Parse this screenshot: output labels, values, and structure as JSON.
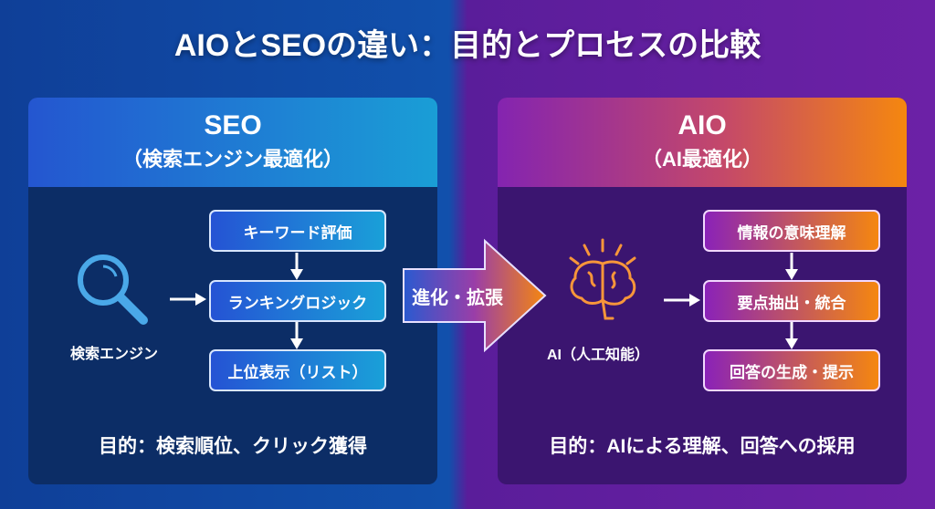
{
  "title": "AIOとSEOの違い：目的とプロセスの比較",
  "seo": {
    "name": "SEO",
    "subtitle": "（検索エンジン最適化）",
    "icon_label": "検索エンジン",
    "steps": [
      "キーワード評価",
      "ランキングロジック",
      "上位表示（リスト）"
    ],
    "purpose": "目的：検索順位、クリック獲得"
  },
  "transition": "進化・拡張",
  "aio": {
    "name": "AIO",
    "subtitle": "（AI最適化）",
    "icon_label": "AI（人工知能）",
    "steps": [
      "情報の意味理解",
      "要点抽出・統合",
      "回答の生成・提示"
    ],
    "purpose": "目的：AIによる理解、回答への採用"
  },
  "colors": {
    "seo_accent": "#1aa0d8",
    "aio_accent": "#f5870f"
  }
}
